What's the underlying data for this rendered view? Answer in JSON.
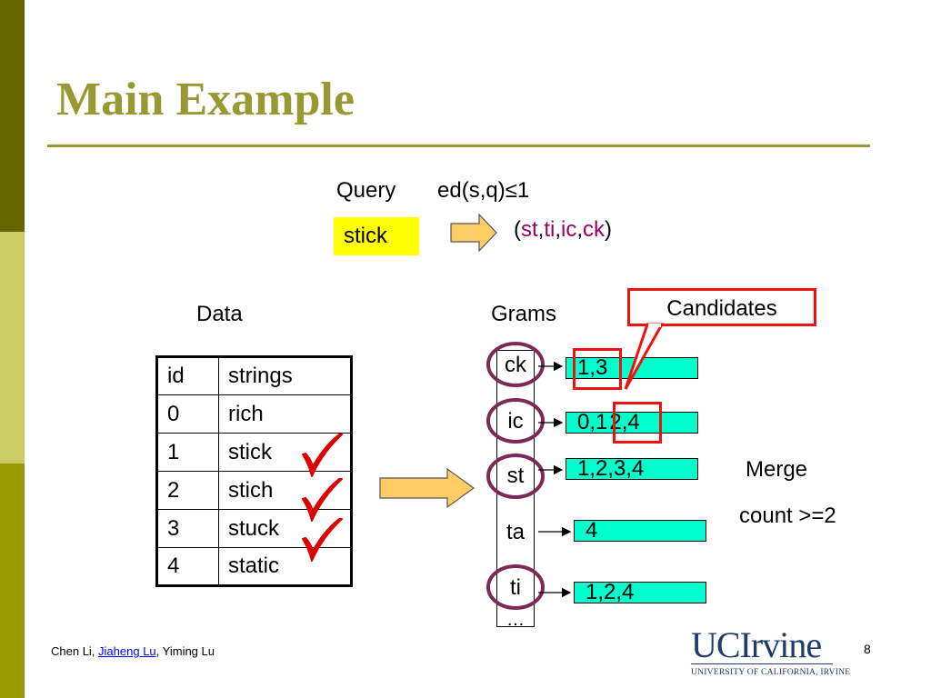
{
  "slide": {
    "title": "Main Example",
    "page_number": "8",
    "colors": {
      "title": "#999933",
      "highlight": "#ffff00",
      "postings": "#00ffcc",
      "candidate_box": "#ee1111",
      "gram_text": "#990066",
      "arrow_fill": "#ffcc66"
    }
  },
  "query": {
    "label": "Query",
    "condition": "ed(s,q)≤1",
    "string": "stick",
    "grams_open": "(",
    "grams": [
      "st",
      "ti",
      "ic",
      "ck"
    ],
    "separator": ",",
    "grams_close": ")"
  },
  "data_table": {
    "label": "Data",
    "headers": [
      "id",
      "strings"
    ],
    "rows": [
      {
        "id": "0",
        "string": "rich",
        "checked": false
      },
      {
        "id": "1",
        "string": "stick",
        "checked": true
      },
      {
        "id": "2",
        "string": "stich",
        "checked": true
      },
      {
        "id": "3",
        "string": "stuck",
        "checked": true
      },
      {
        "id": "4",
        "string": "static",
        "checked": false
      }
    ]
  },
  "index": {
    "label": "Grams",
    "grams": [
      {
        "gram": "ck",
        "postings": "1,3",
        "circled": true
      },
      {
        "gram": "ic",
        "postings_prefix": "0,1",
        "postings_highlight": "2,4",
        "circled": true
      },
      {
        "gram": "st",
        "postings": "1,2,3,4",
        "circled": true
      },
      {
        "gram": "ta",
        "postings": "4",
        "circled": false
      },
      {
        "gram": "ti",
        "postings": "1,2,4",
        "circled": true
      }
    ],
    "ellipsis": "…"
  },
  "candidates_label": "Candidates",
  "merge": {
    "label": "Merge",
    "condition": "count >=2"
  },
  "footer": {
    "author1": "Chen Li, ",
    "author2": "Jiaheng Lu",
    "author3": ", Yiming Lu"
  },
  "logo": {
    "name": "UCIrvine",
    "subtitle": "UNIVERSITY OF CALIFORNIA, IRVINE"
  }
}
